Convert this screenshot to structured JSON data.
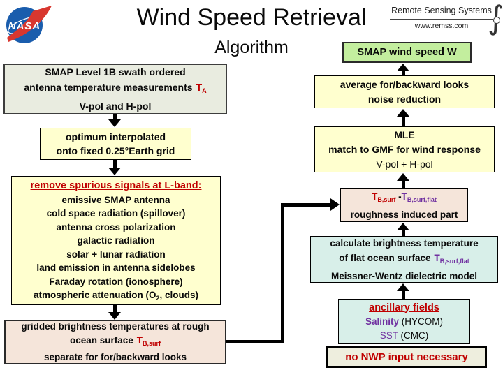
{
  "slide": {
    "title_line1": "Wind Speed Retrieval",
    "title_line2": "Algorithm"
  },
  "logos": {
    "nasa_text": "NASA",
    "rss_name": "Remote Sensing Systems",
    "rss_url": "www.remss.com",
    "integral": "∫"
  },
  "left_flow": {
    "source_box": {
      "line1": "SMAP Level 1B swath ordered",
      "line2_text": "antenna temperature measurements",
      "ta_symbol": "T",
      "ta_subscript": "A",
      "line3": "V-pol and H-pol"
    },
    "interp_box": {
      "line1": "optimum interpolated",
      "line2": "onto fixed 0.25°Earth grid"
    },
    "spurious_box": {
      "heading": "remove spurious signals at L-band:",
      "items": [
        "emissive SMAP antenna",
        "cold space radiation (spillover)",
        "antenna cross polarization",
        "galactic radiation",
        "solar + lunar radiation",
        "land emission in antenna sidelobes",
        "Faraday rotation (ionosphere)"
      ],
      "item_o2_pre": "atmospheric attenuation (O",
      "item_o2_sub": "2",
      "item_o2_post": ", clouds)"
    },
    "gridded_box": {
      "line1": "gridded brightness temperatures at rough",
      "line2_pre": "ocean surface",
      "tb_symbol": "T",
      "tb_subscript": "B,surf",
      "line3": "separate for for/backward looks"
    }
  },
  "right_flow": {
    "output_box": {
      "label": "SMAP wind speed W"
    },
    "average_box": {
      "line1": "average for/backward looks",
      "line2": "noise reduction"
    },
    "mle_box": {
      "line1": "MLE",
      "line2": "match to GMF for wind response",
      "line3": "V-pol + H-pol"
    },
    "roughness_box": {
      "t1_symbol": "T",
      "t1_subscript": "B,surf",
      "minus": "-",
      "t2_symbol": "T",
      "t2_subscript": "B,surf,flat",
      "line2": "roughness induced part"
    },
    "calc_box": {
      "line1": "calculate brightness temperature",
      "line2_pre": "of flat ocean surface",
      "t_symbol": "T",
      "t_subscript": "B,surf,flat",
      "line3": "Meissner-Wentz dielectric model"
    },
    "ancillary_box": {
      "heading": "ancillary fields",
      "salinity_label": "Salinity",
      "salinity_source": "(HYCOM)",
      "sst_label": "SST",
      "sst_source": "(CMC)"
    },
    "nwp_box": {
      "label": "no NWP input necessary"
    }
  },
  "colors": {
    "red_accent": "#c00000",
    "purple_accent": "#7030a0",
    "yellow_bg": "#ffffcf",
    "green_bg": "#c3ee9e",
    "pink_bg": "#f5e5da",
    "cyan_bg": "#d8efe9",
    "sage_bg": "#e9ece0",
    "cream_bg": "#eeeede",
    "nasa_blue": "#1a5dad",
    "nasa_red": "#d8372f"
  }
}
